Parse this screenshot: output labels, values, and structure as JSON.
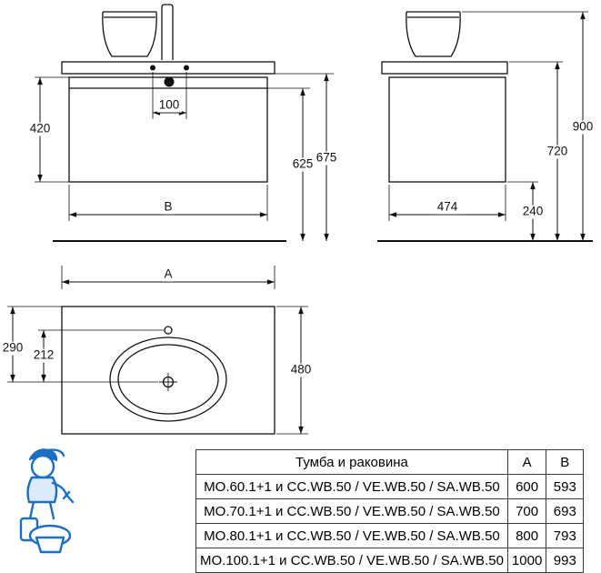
{
  "dims": {
    "d420": "420",
    "d100": "100",
    "d625": "625",
    "d675": "675",
    "dB": "B",
    "dA": "A",
    "d474": "474",
    "d240": "240",
    "d720": "720",
    "d900": "900",
    "d290": "290",
    "d212": "212",
    "d480": "480"
  },
  "table": {
    "headers": {
      "name": "Тумба и раковина",
      "a": "A",
      "b": "B"
    },
    "rows": [
      {
        "name": "MO.60.1+1 и CC.WB.50 / VE.WB.50 / SA.WB.50",
        "a": "600",
        "b": "593"
      },
      {
        "name": "MO.70.1+1 и CC.WB.50 / VE.WB.50 / SA.WB.50",
        "a": "700",
        "b": "693"
      },
      {
        "name": "MO.80.1+1 и CC.WB.50 / VE.WB.50 / SA.WB.50",
        "a": "800",
        "b": "793"
      },
      {
        "name": "MO.100.1+1 и CC.WB.50 / VE.WB.50 / SA.WB.50",
        "a": "1000",
        "b": "993"
      }
    ]
  },
  "colors": {
    "line": "#111111",
    "logo_blue": "#1b6ec2"
  }
}
